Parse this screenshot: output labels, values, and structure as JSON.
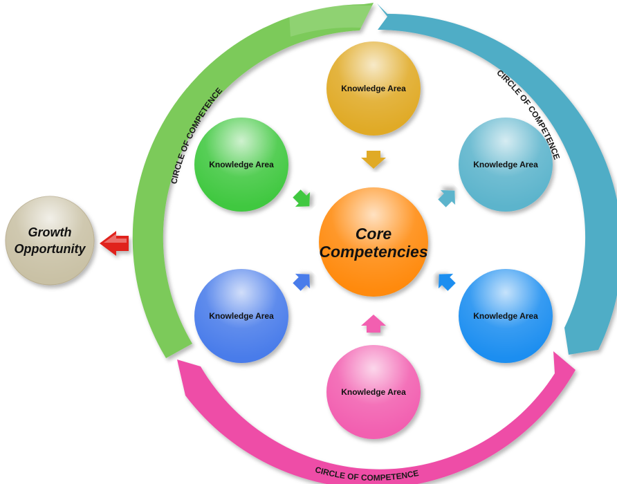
{
  "core": {
    "line1": "Core",
    "line2": "Competencies",
    "color": "#ff8a0a"
  },
  "growth": {
    "line1": "Growth",
    "line2": "Opportunity",
    "color": "#c9c1a5",
    "arrow_color": "#e0201e"
  },
  "knowledge_areas": [
    {
      "label": "Knowledge Area",
      "color": "#e0aa28",
      "arrow_icon": "arrow-down-icon"
    },
    {
      "label": "Knowledge Area",
      "color": "#5cb4cc",
      "arrow_icon": "arrow-down-left-icon"
    },
    {
      "label": "Knowledge Area",
      "color": "#1a8ef0",
      "arrow_icon": "arrow-up-left-icon"
    },
    {
      "label": "Knowledge Area",
      "color": "#f25fb0",
      "arrow_icon": "arrow-up-icon"
    },
    {
      "label": "Knowledge Area",
      "color": "#4a7bea",
      "arrow_icon": "arrow-up-right-icon"
    },
    {
      "label": "Knowledge Area",
      "color": "#3fc83f",
      "arrow_icon": "arrow-down-right-icon"
    }
  ],
  "ring_arcs": [
    {
      "label": "CIRCLE OF COMPETENCE",
      "color": "#7cca5a"
    },
    {
      "label": "CIRCLE OF COMPETENCE",
      "color": "#50adc6"
    },
    {
      "label": "CIRCLE OF COMPETENCE",
      "color": "#ee4da7"
    }
  ]
}
